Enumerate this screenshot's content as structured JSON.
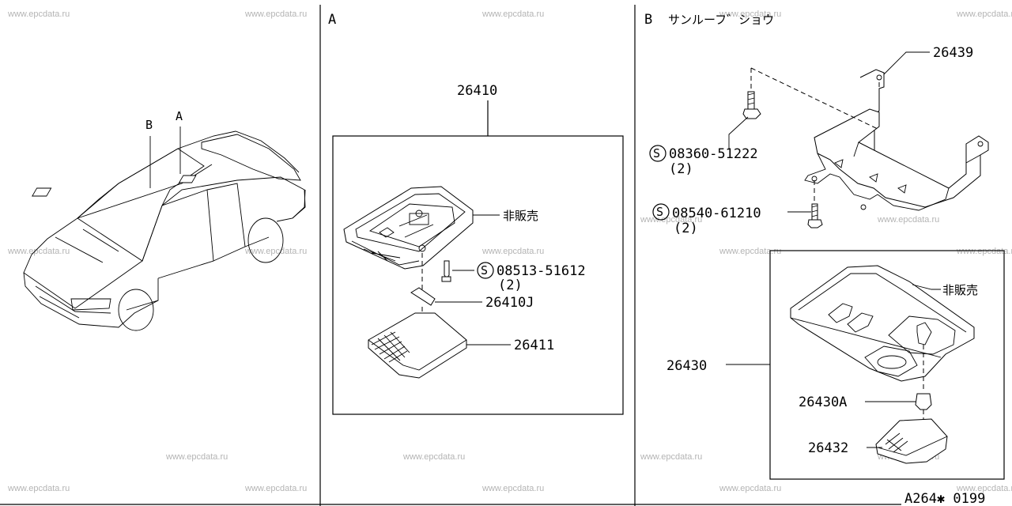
{
  "watermark": "www.epcdata.ru",
  "diagram_code": "A264✱ 0199",
  "section_a": {
    "label": "A",
    "parts": {
      "p26410": "26410",
      "hihanbai": "非販売",
      "screw_ref": "08513-51612",
      "screw_qty": "(2)",
      "p26410j": "26410J",
      "p26411": "26411"
    }
  },
  "section_b": {
    "label": "B",
    "title": "サンルーフ゛ショウ",
    "parts": {
      "p26439": "26439",
      "bolt1_ref": "08360-51222",
      "bolt1_qty": "(2)",
      "bolt2_ref": "08540-61210",
      "bolt2_qty": "(2)",
      "hihanbai": "非販売",
      "p26430": "26430",
      "p26430a": "26430A",
      "p26432": "26432"
    }
  },
  "car_view": {
    "marker_a": "A",
    "marker_b": "B"
  },
  "standard_part_symbol": "S"
}
